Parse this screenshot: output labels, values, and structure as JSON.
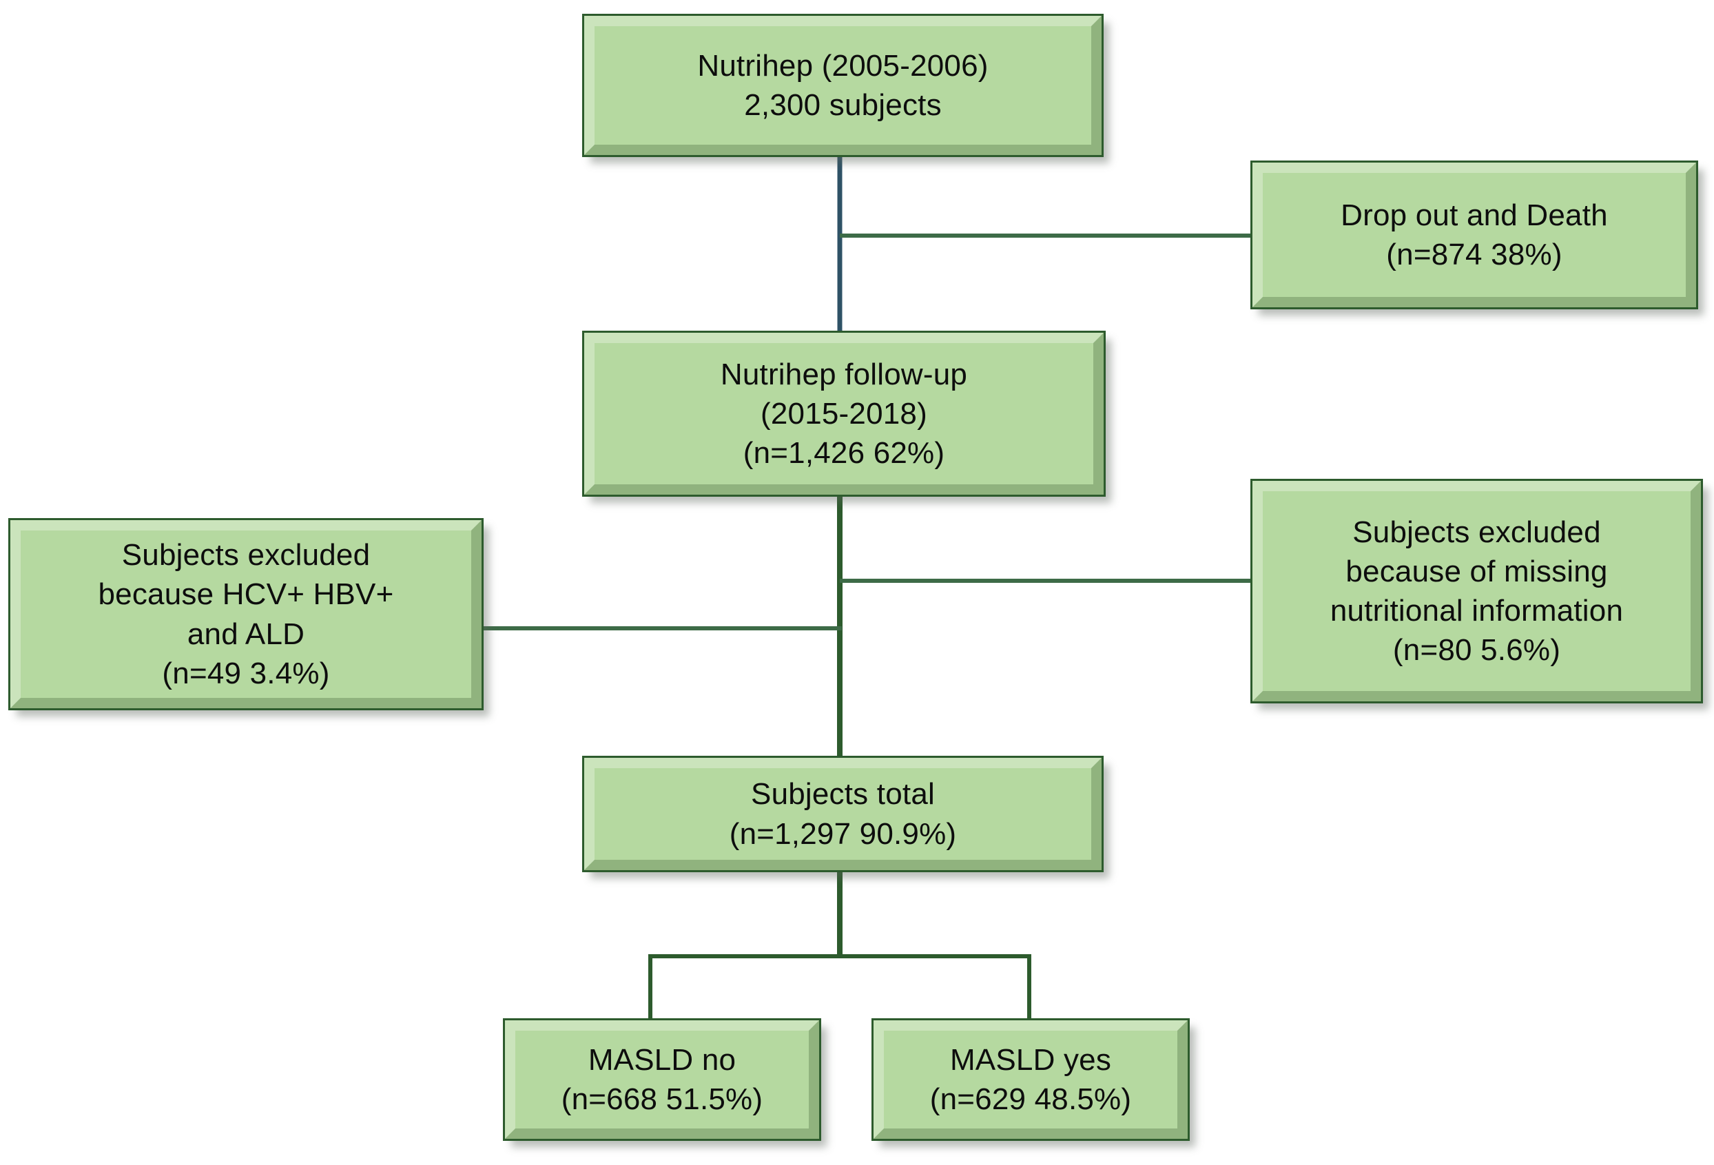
{
  "diagram": {
    "title": "Nutrihep cohort MASLD participant flow",
    "type": "flowchart",
    "palette": {
      "box_fill": "#b5d9a0",
      "box_border": "#2d5b2d",
      "bevel_shade": "#8fae7d",
      "connector_upper": "#2e5266",
      "connector_lower": "#2d5b2d",
      "background": "#ffffff",
      "text": "#0d0d0d"
    }
  },
  "nodes": {
    "nutrihep": {
      "line1": "Nutrihep (2005-2006)",
      "line2": "2,300 subjects",
      "text": "Nutrihep (2005-2006)\n2,300 subjects",
      "n": 2300
    },
    "dropout": {
      "line1": "Drop out and Death",
      "line2": "(n=874 38%)",
      "text": "Drop out and Death\n(n=874 38%)",
      "n": 874,
      "percent": "38%"
    },
    "followup": {
      "line1": "Nutrihep follow-up",
      "line2": "(2015-2018)",
      "line3": "(n=1,426 62%)",
      "text": "Nutrihep follow-up\n(2015-2018)\n(n=1,426 62%)",
      "n": 1426,
      "percent": "62%"
    },
    "excluded_viral": {
      "line1": "Subjects excluded",
      "line2": "because HCV+ HBV+",
      "line3": "and ALD",
      "line4": "(n=49  3.4%)",
      "text": "Subjects excluded\nbecause HCV+ HBV+\nand ALD\n(n=49  3.4%)",
      "n": 49,
      "percent": "3.4%"
    },
    "excluded_nutrition": {
      "line1": "Subjects excluded",
      "line2": "because of missing",
      "line3": "nutritional information",
      "line4": "(n=80 5.6%)",
      "text": "Subjects excluded\nbecause of missing\nnutritional information\n(n=80 5.6%)",
      "n": 80,
      "percent": "5.6%"
    },
    "total": {
      "line1": "Subjects total",
      "line2": "(n=1,297 90.9%)",
      "text": "Subjects total\n(n=1,297 90.9%)",
      "n": 1297,
      "percent": "90.9%"
    },
    "masld_no": {
      "line1": "MASLD no",
      "line2": "(n=668 51.5%)",
      "text": "MASLD no\n(n=668 51.5%)",
      "n": 668,
      "percent": "51.5%"
    },
    "masld_yes": {
      "line1": "MASLD yes",
      "line2": "(n=629 48.5%)",
      "text": "MASLD yes\n(n=629 48.5%)",
      "n": 629,
      "percent": "48.5%"
    }
  },
  "edges": [
    {
      "from": "nutrihep",
      "to": "followup",
      "kind": "vertical"
    },
    {
      "from": "nutrihep",
      "to": "dropout",
      "kind": "elbow-right"
    },
    {
      "from": "followup",
      "to": "total",
      "kind": "vertical"
    },
    {
      "from": "followup",
      "to": "excluded_nutrition",
      "kind": "elbow-right"
    },
    {
      "from": "followup",
      "to": "excluded_viral",
      "kind": "elbow-left"
    },
    {
      "from": "total",
      "to": "masld_no",
      "kind": "fork-left"
    },
    {
      "from": "total",
      "to": "masld_yes",
      "kind": "fork-right"
    }
  ]
}
